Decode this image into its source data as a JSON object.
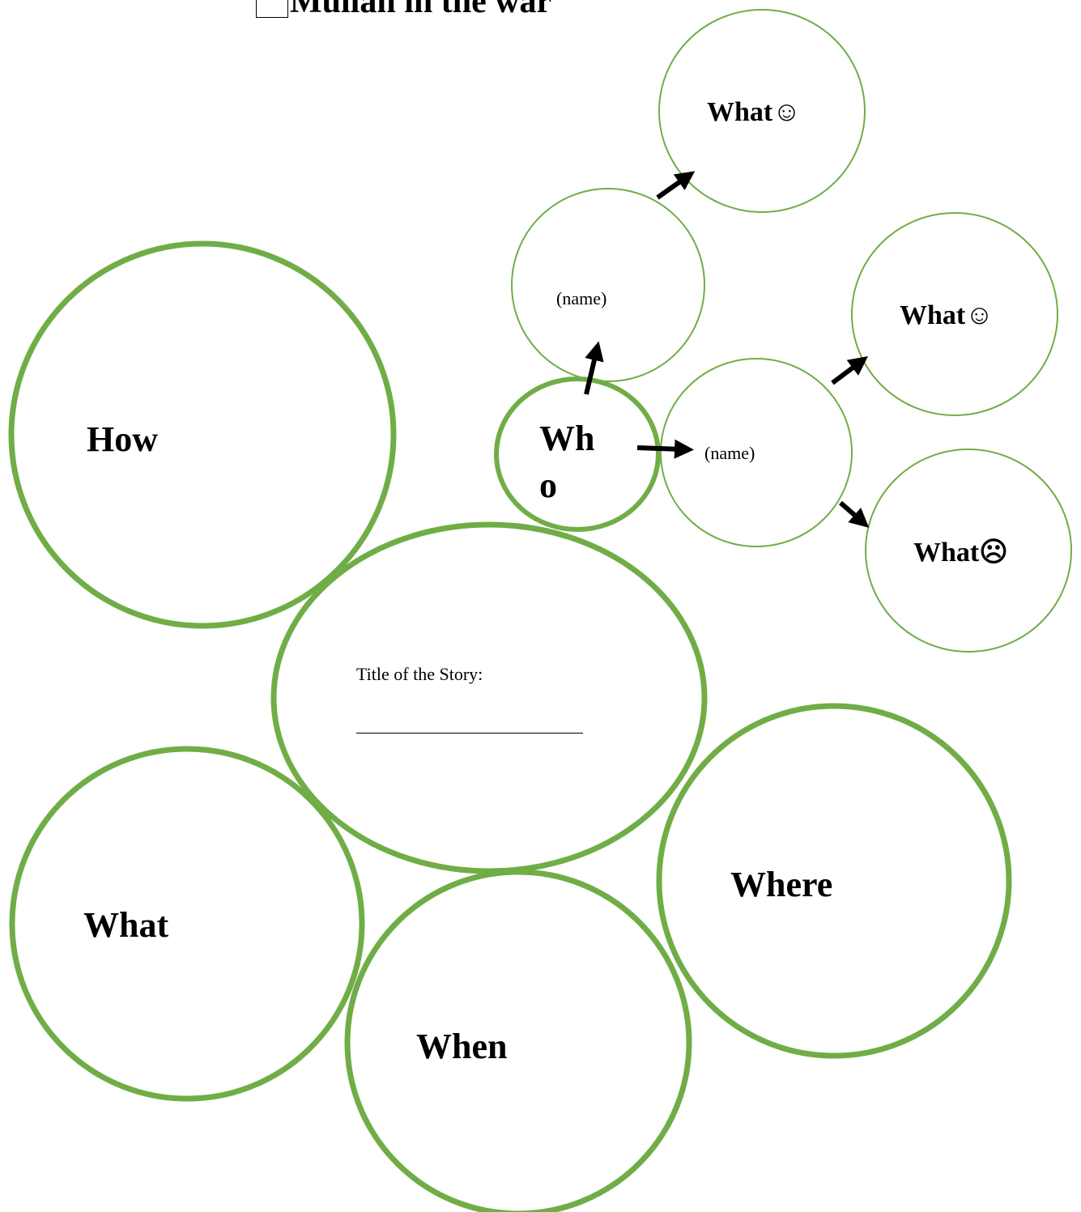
{
  "title": "Mulian in the war",
  "colors": {
    "circle_stroke": "#70ad47",
    "arrow": "#000000"
  },
  "labels": {
    "how": "How",
    "who": "Who",
    "title_prompt": "Title of the Story:",
    "what": "What",
    "when": "When",
    "where": "Where",
    "name_1": "(name)",
    "name_2": "(name)",
    "what_happy_1": "What☺",
    "what_happy_2": "What☺",
    "what_sad": "What☹"
  }
}
